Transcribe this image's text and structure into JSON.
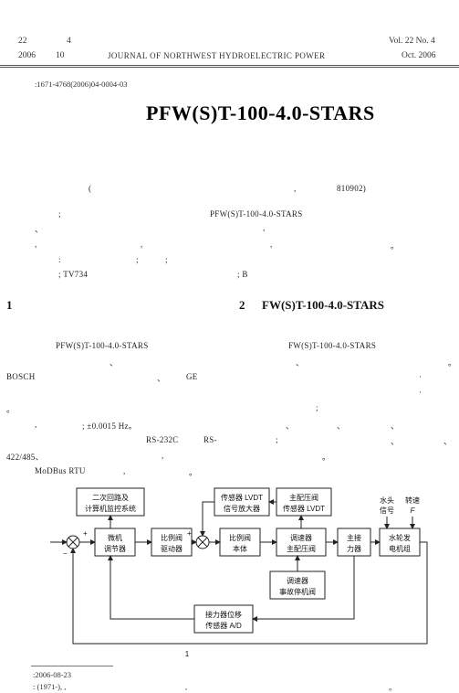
{
  "header": {
    "volume_left": "22",
    "issue_left": "4",
    "year_left": "2006",
    "month_left": "10",
    "journal": "JOURNAL OF NORTHWEST HYDROELECTRIC POWER",
    "vol_right": "Vol. 22   No. 4",
    "date_right": "Oct. 2006"
  },
  "article_id": ":1671-4768(2006)04-0004-03",
  "title": "PFW(S)T-100-4.0-STARS",
  "affiliation": {
    "open": "(",
    "comma": ",",
    "postcode": "810902)"
  },
  "abstract": {
    "semi1": ";",
    "model": "PFW(S)T-100-4.0-STARS",
    "dot1": "、",
    "comma_a": ",",
    "comma_b": ",",
    "comma_c": ",",
    "comma_d": ",",
    "period": "。",
    "kw_colon": ":",
    "kw_semi1": ";",
    "kw_semi2": ";",
    "clc_prefix": "; TV734",
    "clc_suffix": "; B"
  },
  "sections": {
    "s1_num": "1",
    "s2_num": "2",
    "s2_title": "FW(S)T-100-4.0-STARS"
  },
  "left_col": {
    "line1": "PFW(S)T-100-4.0-STARS",
    "line2": "、",
    "bosch": "BOSCH",
    "dun": "、",
    "ge": "GE",
    "period1": "。",
    "comma_e": ",",
    "freq": "; ±0.0015 Hz。",
    "rs232": "RS-232C",
    "rs": "RS-",
    "rs485": "422/485、",
    "comma_f": ",",
    "modbus": "MoDBus RTU",
    "comma_g": ",",
    "period2": "。"
  },
  "right_col": {
    "line1": "FW(S)T-100-4.0-STARS",
    "dun": "、",
    "period1": "。",
    "dot2": "·",
    "dot3": "·",
    "semi": ";",
    "dun_a": "、",
    "dun_b": "、",
    "dun_c": "、",
    "semi2": ";",
    "dun_d": "、",
    "dun_e": "、",
    "period2": "。"
  },
  "diagram": {
    "box_secondary": [
      "二次回路及",
      "计算机监控系统"
    ],
    "box_micro": [
      "微机",
      "调节器"
    ],
    "box_prop_driver": [
      "比例阀",
      "驱动器"
    ],
    "box_lvdt_amp": [
      "传感器 LVDT",
      "信号放大器"
    ],
    "box_main_valve_lvdt": [
      "主配压阀",
      "传感器 LVDT"
    ],
    "box_prop_valve": [
      "比例阀",
      "本体"
    ],
    "box_gov_main_valve": [
      "调速器",
      "主配压阀"
    ],
    "box_servomotor": [
      "主接",
      "力器"
    ],
    "box_turbine": [
      "水轮发",
      "电机组"
    ],
    "box_emergency": [
      "调速器",
      "事故停机阀"
    ],
    "box_position_sensor": [
      "接力器位移",
      "传感器 A/D"
    ],
    "label_head": [
      "水头",
      "信号"
    ],
    "label_speed": [
      "转速",
      "F"
    ],
    "plus": "+",
    "minus": "−",
    "figure_caption": "1"
  },
  "footer": {
    "received": ":2006-08-23",
    "author": ":    (1971-),  ,",
    "comma_h": ",",
    "period": "。"
  }
}
